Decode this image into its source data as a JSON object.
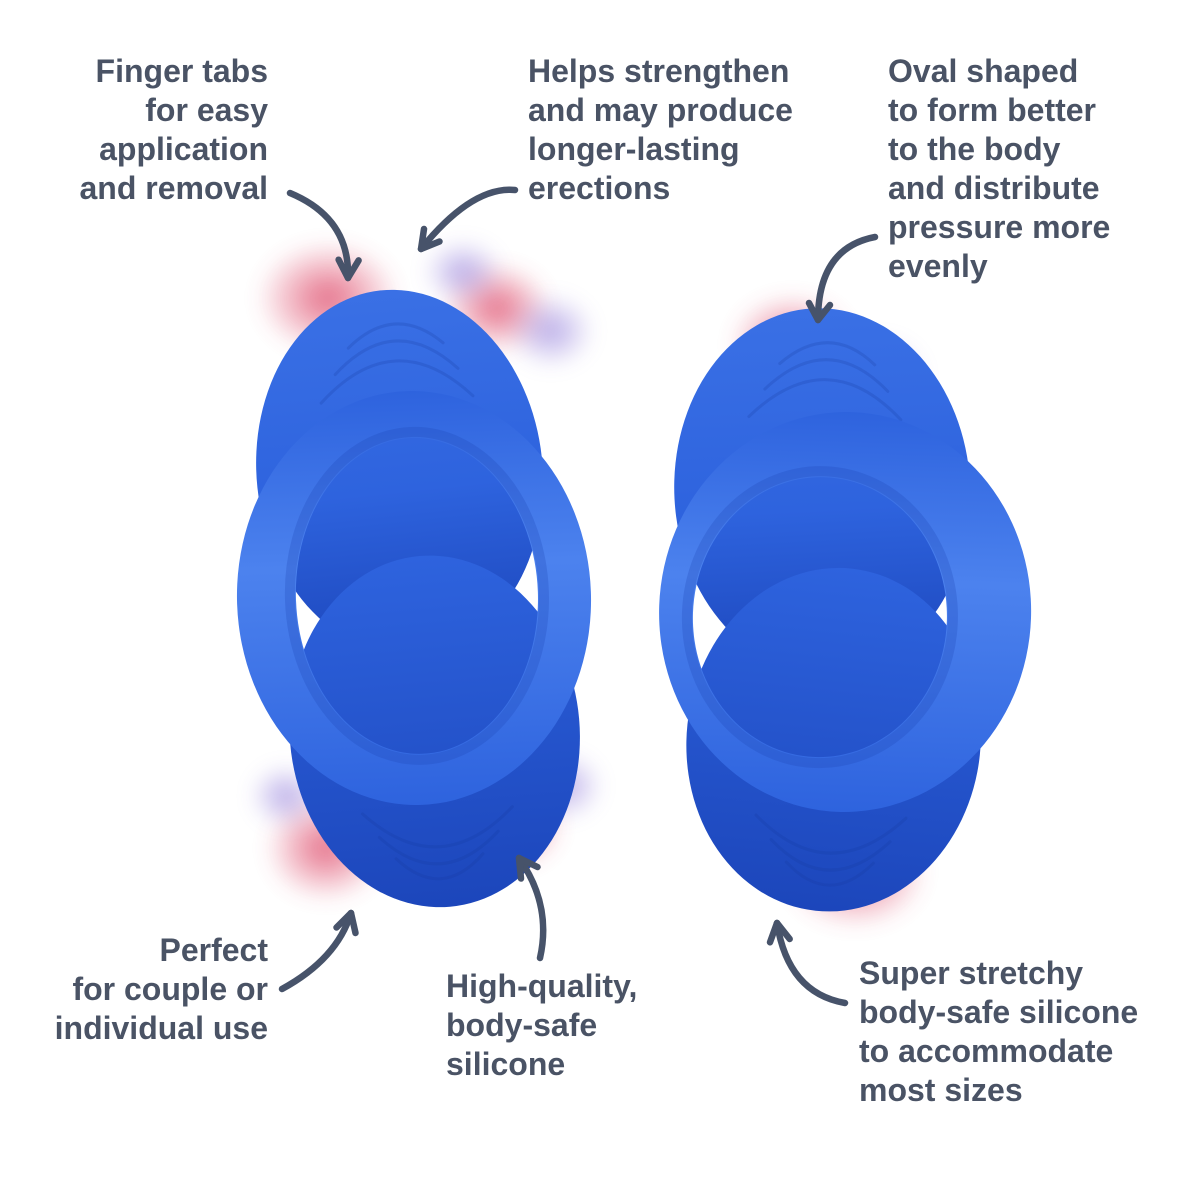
{
  "colors": {
    "background": "#ffffff",
    "text-color": "#4a5365",
    "arrow-color": "#47536a",
    "ring-light": "#4c82ee",
    "ring-mid": "#2e63de",
    "ring-mid-light": "#3a70e5",
    "ring-deep": "#1c46bb",
    "rim-shadow": "#1a43b4",
    "ridge": "#16379c",
    "glow-pink": "#e05472",
    "glow-purple": "#8a74d8"
  },
  "annotations": [
    {
      "id": "finger-tabs",
      "lines": [
        "Finger tabs",
        "for easy",
        "application",
        "and removal"
      ]
    },
    {
      "id": "strengthen",
      "lines": [
        "Helps strengthen",
        "and may produce",
        "longer-lasting",
        "erections"
      ]
    },
    {
      "id": "oval-shaped",
      "lines": [
        "Oval shaped",
        "to form better",
        "to the body",
        "and distribute",
        "pressure more",
        "evenly"
      ]
    },
    {
      "id": "couple-use",
      "lines": [
        "Perfect",
        "for couple or",
        "individual use"
      ]
    },
    {
      "id": "high-quality",
      "lines": [
        "High-quality,",
        "body-safe",
        "silicone"
      ]
    },
    {
      "id": "stretchy",
      "lines": [
        "Super stretchy",
        "body-safe silicone",
        "to accommodate",
        "most sizes"
      ]
    }
  ]
}
